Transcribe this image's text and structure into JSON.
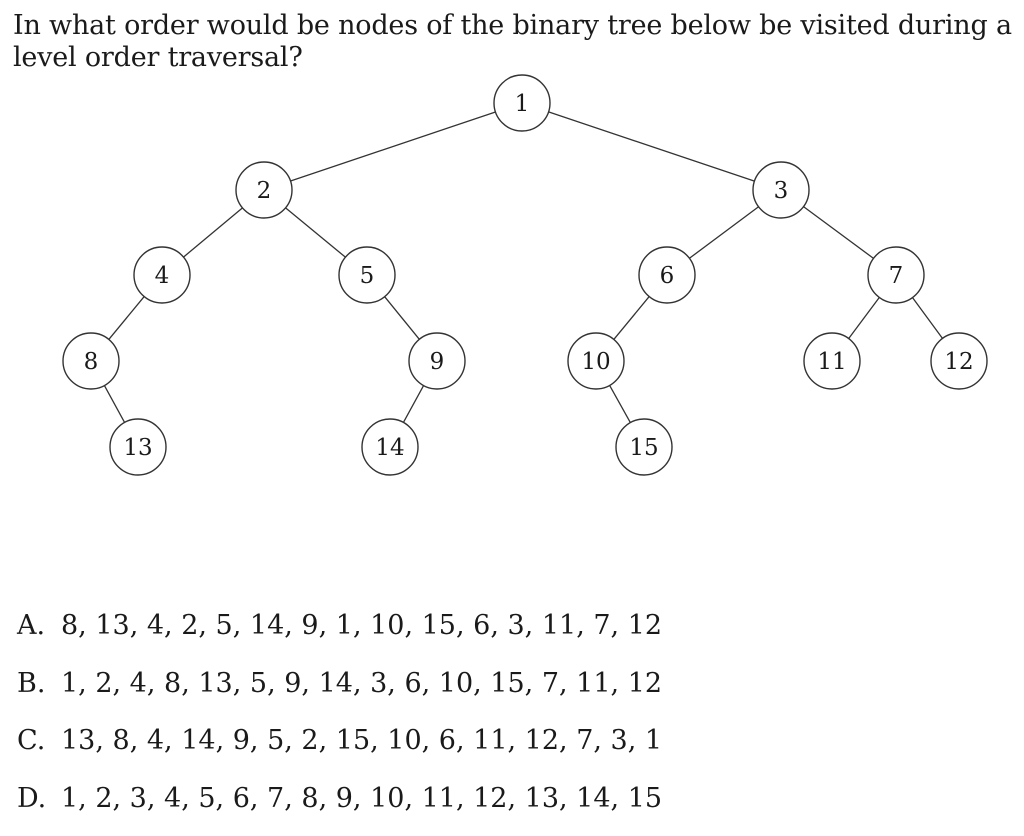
{
  "question": "In what order would be nodes of the binary tree below be visited during a level order traversal?",
  "tree": {
    "nodes": [
      {
        "id": "1"
      },
      {
        "id": "2"
      },
      {
        "id": "3"
      },
      {
        "id": "4"
      },
      {
        "id": "5"
      },
      {
        "id": "6"
      },
      {
        "id": "7"
      },
      {
        "id": "8"
      },
      {
        "id": "9"
      },
      {
        "id": "10"
      },
      {
        "id": "11"
      },
      {
        "id": "12"
      },
      {
        "id": "13"
      },
      {
        "id": "14"
      },
      {
        "id": "15"
      }
    ],
    "edges": [
      [
        "1",
        "2"
      ],
      [
        "1",
        "3"
      ],
      [
        "2",
        "4"
      ],
      [
        "2",
        "5"
      ],
      [
        "3",
        "6"
      ],
      [
        "3",
        "7"
      ],
      [
        "4",
        "8"
      ],
      [
        "8",
        "13"
      ],
      [
        "5",
        "9"
      ],
      [
        "9",
        "14"
      ],
      [
        "6",
        "10"
      ],
      [
        "10",
        "15"
      ],
      [
        "7",
        "11"
      ],
      [
        "7",
        "12"
      ]
    ]
  },
  "options": [
    {
      "letter": "A.",
      "text": "8, 13, 4, 2, 5, 14, 9, 1, 10, 15, 6, 3, 11, 7, 12"
    },
    {
      "letter": "B.",
      "text": "1, 2, 4, 8, 13, 5, 9, 14, 3, 6, 10, 15, 7, 11, 12"
    },
    {
      "letter": "C.",
      "text": "13, 8, 4, 14, 9, 5, 2, 15, 10, 6, 11, 12, 7, 3, 1"
    },
    {
      "letter": "D.",
      "text": "1, 2, 3, 4, 5, 6, 7, 8, 9, 10, 11, 12, 13, 14, 15"
    }
  ]
}
